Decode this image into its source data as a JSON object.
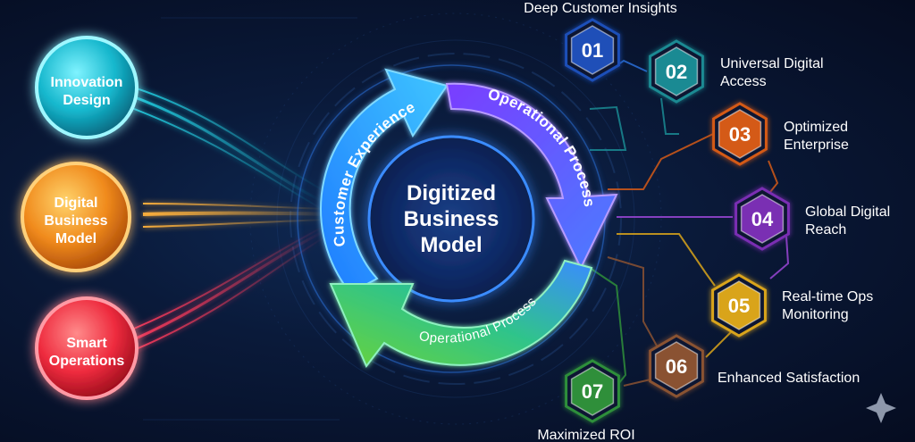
{
  "center": {
    "title_lines": [
      "Digitized",
      "Business",
      "Model"
    ]
  },
  "ring": {
    "arc_labels": [
      "Customer Experience",
      "Operational Process",
      "Operational Process"
    ]
  },
  "left_nodes": [
    {
      "lines": [
        "Innovation",
        "Design"
      ],
      "color": "#22d3e6"
    },
    {
      "lines": [
        "Digital",
        "Business",
        "Model"
      ],
      "color": "#f5a623"
    },
    {
      "lines": [
        "Smart",
        "Operations"
      ],
      "color": "#ff3b4e"
    }
  ],
  "hex_nodes": [
    {
      "num": "01",
      "label_lines": [
        "Deep Customer Insights"
      ],
      "color": "#1f4fb8"
    },
    {
      "num": "02",
      "label_lines": [
        "Universal Digital",
        "Access"
      ],
      "color": "#1a8a93"
    },
    {
      "num": "03",
      "label_lines": [
        "Optimized",
        "Enterprise"
      ],
      "color": "#d45a17"
    },
    {
      "num": "04",
      "label_lines": [
        "Global Digital",
        "Reach"
      ],
      "color": "#7a2fb3"
    },
    {
      "num": "05",
      "label_lines": [
        "Real-time Ops",
        "Monitoring"
      ],
      "color": "#d9a41a"
    },
    {
      "num": "06",
      "label_lines": [
        "Enhanced Satisfaction"
      ],
      "color": "#8a5232"
    },
    {
      "num": "07",
      "label_lines": [
        "Maximized ROI"
      ],
      "color": "#2f8f3a"
    }
  ]
}
